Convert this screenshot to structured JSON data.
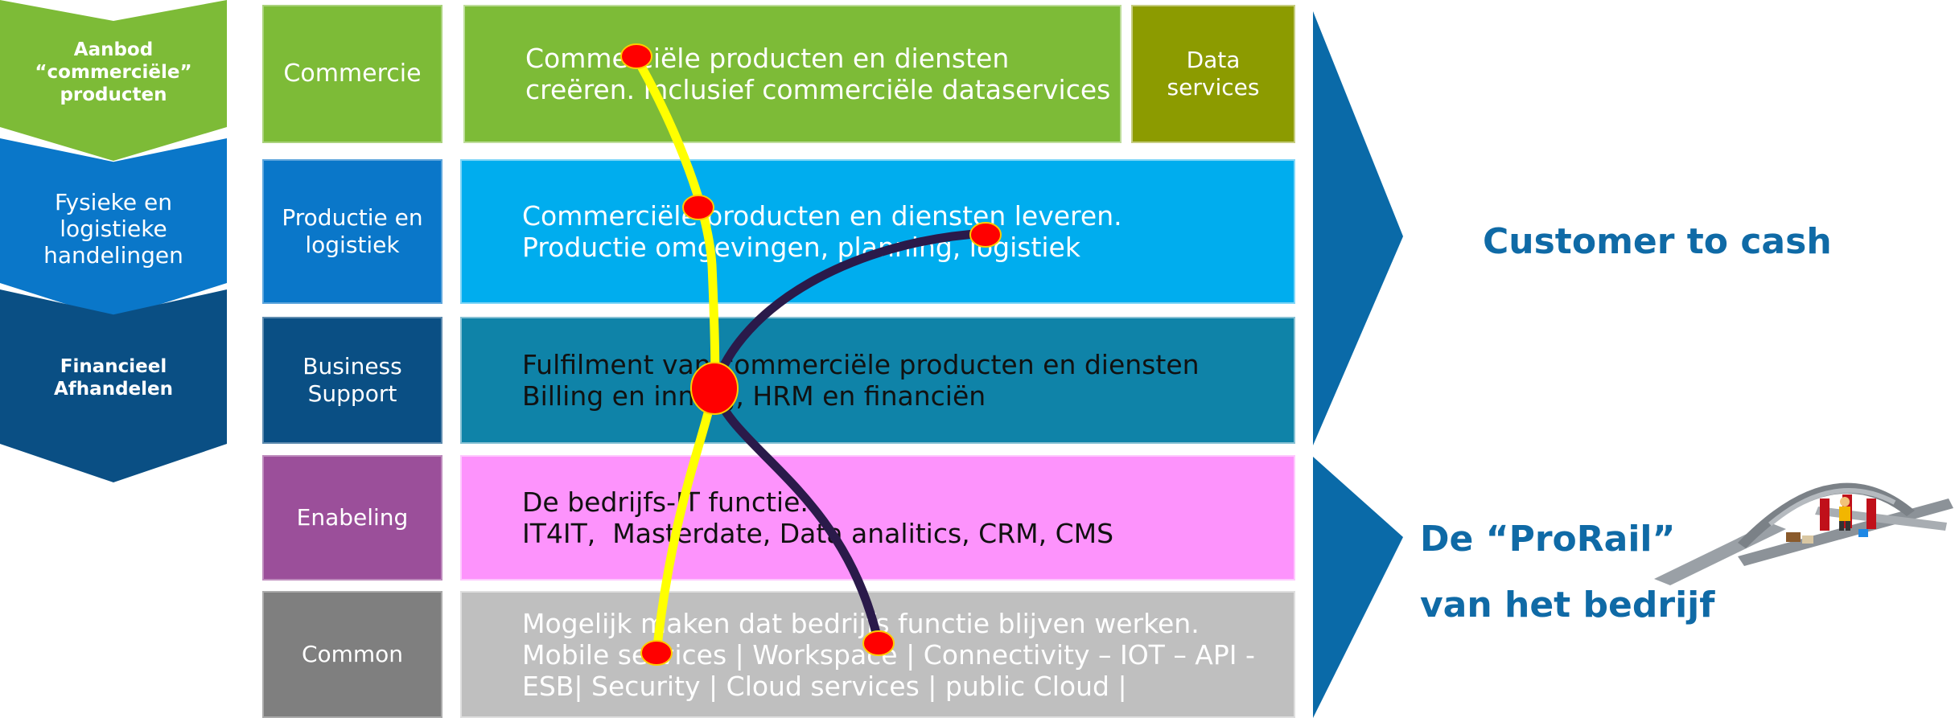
{
  "phases": [
    {
      "label": "Aanbod\n“commerciële”\nproducten",
      "color": "#7dbb37",
      "bold": true
    },
    {
      "label": "Fysieke en\nlogistieke\nhandelingen",
      "color": "#0a77c9",
      "bold": false
    },
    {
      "label": "Financieel\nAfhandelen",
      "color": "#0a4f84",
      "bold": true
    }
  ],
  "layers": [
    {
      "name": "Commercie",
      "color": "#7dbb37",
      "bar_color": "#7dbb37",
      "text_color": "#ffffff",
      "lines": [
        "Commerciële producten en diensten",
        "creëren. Inclusief commerciële dataservices"
      ]
    },
    {
      "name": "Productie en\nlogistiek",
      "color": "#0a77c9",
      "bar_color": "#00adee",
      "text_color": "#ffffff",
      "lines": [
        "Commerciële producten en diensten leveren.",
        "Productie omgevingen, planning, logistiek"
      ]
    },
    {
      "name": "Business\nSupport",
      "color": "#0a4f84",
      "bar_color": "#0f83a8",
      "text_color": "#111111",
      "lines": [
        "Fulfilment van commerciële producten en diensten",
        "Billing en inning, HRM en financiën"
      ]
    },
    {
      "name": "Enabeling",
      "color": "#9b4f9a",
      "bar_color": "#fd93fc",
      "text_color": "#111111",
      "lines": [
        "De bedrijfs-IT functie.",
        "IT4IT,  Masterdate, Data analitics, CRM, CMS"
      ]
    },
    {
      "name": "Common",
      "color": "#7f7f7f",
      "bar_color": "#bfbfbf",
      "text_color": "#ffffff",
      "lines": [
        "Mogelijk maken dat bedrijfs functie blijven werken.",
        "Mobile services | Workspace | Connectivity – IOT – API -",
        "ESB| Security | Cloud services | public Cloud |"
      ]
    }
  ],
  "data_services": {
    "label": "Data\nservices",
    "color": "#8c9b00"
  },
  "outcomes": {
    "top": "Customer to cash",
    "bottom_line1": "De “ProRail”",
    "bottom_line2": "van het bedrijf",
    "arrow_color": "#0a6aa8"
  },
  "routes": [
    {
      "name": "yellow-line",
      "color": "#ffff00"
    },
    {
      "name": "purple-line",
      "color": "#2a1a4a"
    }
  ],
  "station_color": "#ff0000",
  "illustration": "train-bridge-toy"
}
